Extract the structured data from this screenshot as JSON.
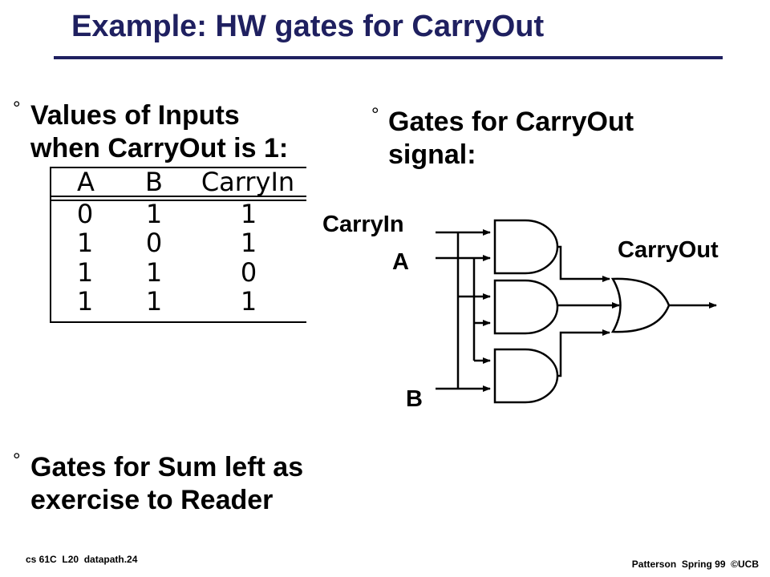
{
  "slide": {
    "title": "Example: HW gates for CarryOut"
  },
  "bullets": {
    "marker": "°",
    "values": {
      "line1": "Values of Inputs",
      "line2": "when CarryOut is 1:"
    },
    "gates": {
      "line1": "Gates for CarryOut",
      "line2": "signal:"
    },
    "sum": {
      "line1": "Gates for Sum left as",
      "line2": "exercise to Reader"
    }
  },
  "truth_table": {
    "headers": [
      "A",
      "B",
      "CarryIn"
    ],
    "rows": [
      [
        "0",
        "1",
        "1"
      ],
      [
        "1",
        "0",
        "1"
      ],
      [
        "1",
        "1",
        "0"
      ],
      [
        "1",
        "1",
        "1"
      ]
    ]
  },
  "circuit": {
    "labels": {
      "carry_in": "CarryIn",
      "a": "A",
      "b": "B",
      "carry_out": "CarryOut"
    },
    "gates": [
      "and-gate",
      "and-gate",
      "and-gate",
      "or-gate"
    ]
  },
  "footer": {
    "left": "cs 61C  L20  datapath.24",
    "right": "Patterson  Spring 99  ©UCB"
  },
  "colors": {
    "title": "#1F2060",
    "text": "#000000",
    "background": "#FFFFFF"
  }
}
